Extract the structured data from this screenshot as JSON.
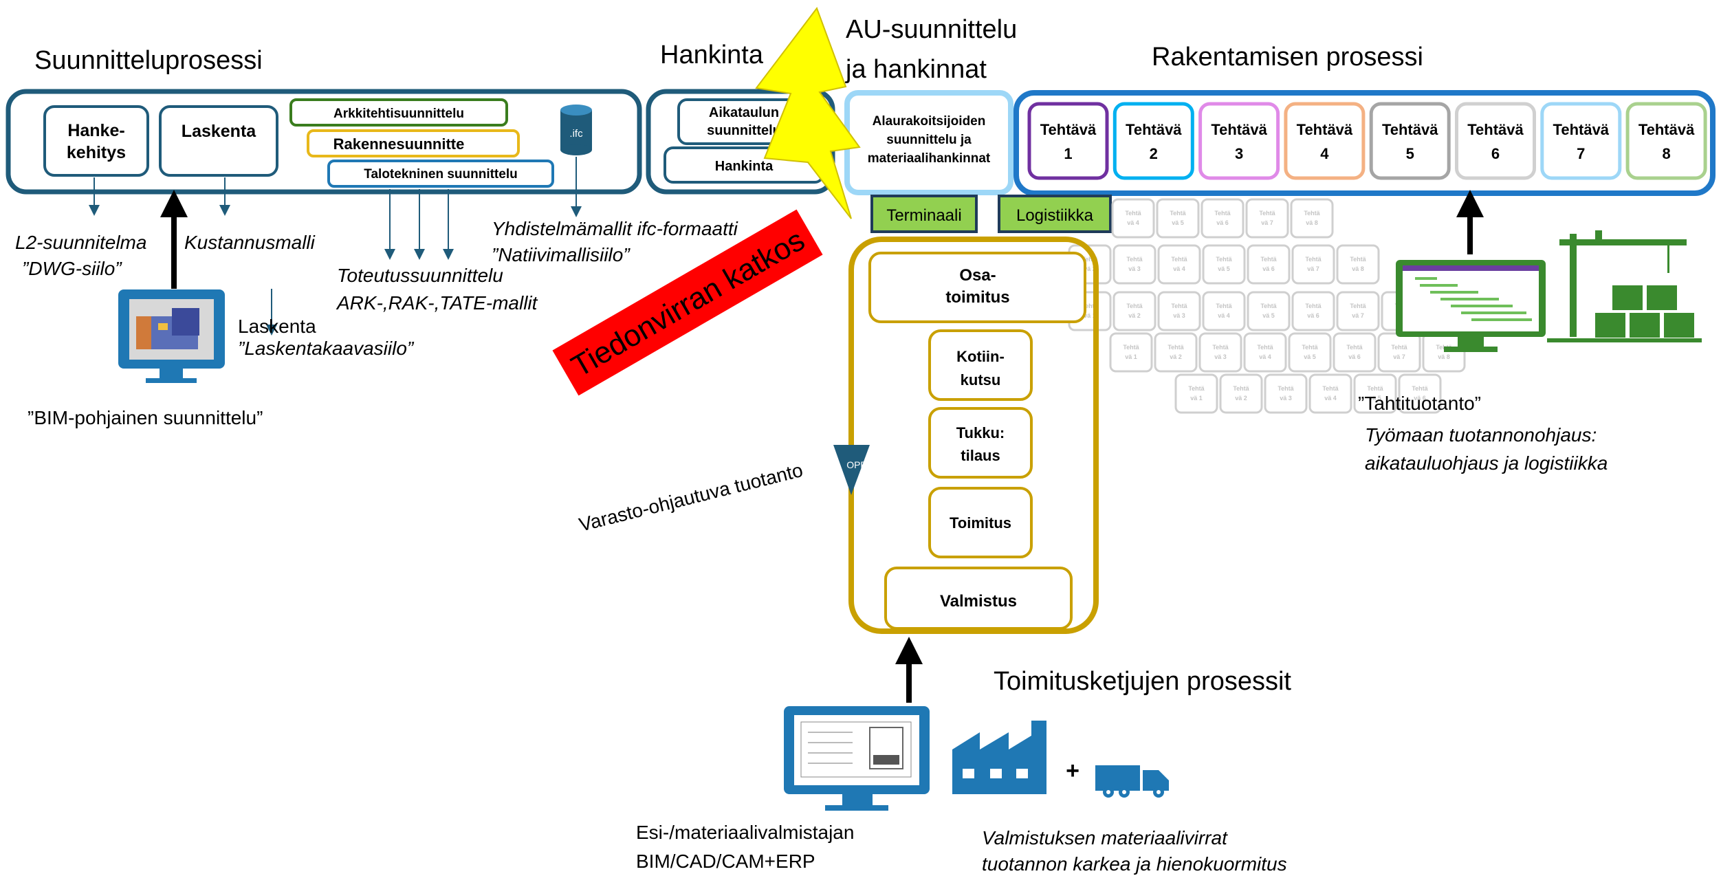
{
  "colors": {
    "dark_teal": "#1f5b7a",
    "blue": "#1f78c8",
    "gold": "#c9a000",
    "green": "#92d050",
    "red": "#ff0000",
    "yellow": "#ffff00",
    "icon_blue": "#1f78b4",
    "icon_green": "#3a8a2e"
  },
  "headings": {
    "design": "Suunnitteluprosessi",
    "procurement": "Hankinta",
    "au_line1": "AU-suunnittelu",
    "au_line2": "ja hankinnat",
    "construction": "Rakentamisen prosessi",
    "supply": "Toimitusketjujen prosessit"
  },
  "design": {
    "project_dev": [
      "Hanke-",
      "kehitys"
    ],
    "calc": "Laskenta",
    "arch": "Arkkitehtisuunnittelu",
    "struct": "Rakennesuunnitte",
    "mep": "Talotekninen suunnittelu",
    "ifc": ".ifc",
    "out_l2": [
      "L2-suunnitelma",
      "”DWG-siilo”"
    ],
    "out_cost": "Kustannusmalli",
    "out_calc": [
      "Laskenta",
      "”Laskentakaavasiilo”"
    ],
    "out_impl": [
      "Toteutussuunnittelu",
      "ARK-,RAK-,TATE-mallit"
    ],
    "out_ifc": [
      "Yhdistelmämallit ifc-formaatti",
      "”Natiivimallisiilo”"
    ],
    "bim": "”BIM-pohjainen suunnittelu”",
    "monitor_icon": "monitor-building-model-icon"
  },
  "procurement": {
    "schedule": [
      "Aikataulun",
      "suunnittelu"
    ],
    "purchase": "Hankinta"
  },
  "au": {
    "box": [
      "Alaurakoitsijoiden",
      "suunnittelu ja",
      "materiaalihankinnat"
    ],
    "terminal": "Terminaali",
    "logistics": "Logistiikka"
  },
  "tasks": [
    {
      "word": "Tehtävä",
      "n": "1",
      "color": "#7030a0"
    },
    {
      "word": "Tehtävä",
      "n": "2",
      "color": "#00b0f0"
    },
    {
      "word": "Tehtävä",
      "n": "3",
      "color": "#e08ae8"
    },
    {
      "word": "Tehtävä",
      "n": "4",
      "color": "#f4b183"
    },
    {
      "word": "Tehtävä",
      "n": "5",
      "color": "#a5a5a5"
    },
    {
      "word": "Tehtävä",
      "n": "6",
      "color": "#d0d0d0"
    },
    {
      "word": "Tehtävä",
      "n": "7",
      "color": "#9dd7f7"
    },
    {
      "word": "Tehtävä",
      "n": "8",
      "color": "#a9d18e"
    }
  ],
  "info_break": "Tiedonvirran katkos",
  "chain": {
    "partial": [
      "Osa-",
      "toimitus"
    ],
    "calloff": [
      "Kotiin-",
      "kutsu"
    ],
    "wholesale": [
      "Tukku:",
      "tilaus"
    ],
    "delivery": "Toimitus",
    "manufacturing": "Valmistus",
    "opp": "OPP",
    "stock_driven": "Varasto-ohjautuva tuotanto"
  },
  "takt": {
    "title": "”Tahtituotanto”",
    "desc": [
      "Työmaan tuotannonohjaus:",
      "aikatauluohjaus ja logistiikka"
    ],
    "grid_word": "Tehtä",
    "grid_suffix": "vä",
    "ghost_rows": [
      [
        "4",
        "5",
        "6",
        "7",
        "8"
      ],
      [
        "2",
        "3",
        "4",
        "5",
        "6",
        "7",
        "8"
      ],
      [
        "1",
        "2",
        "3",
        "4",
        "5",
        "6",
        "7",
        "8"
      ],
      [
        "1",
        "2",
        "3",
        "4",
        "5",
        "6",
        "7",
        "8"
      ],
      [
        "1",
        "2",
        "3",
        "4",
        "5",
        "6"
      ]
    ]
  },
  "supplier": {
    "title": [
      "Esi-/materiaalivalmistajan",
      "BIM/CAD/CAM+ERP"
    ],
    "plus": "+",
    "desc": [
      "Valmistuksen materiaalivirrat",
      "tuotannon karkea ja hienokuormitus"
    ],
    "factory_icon": "factory-icon",
    "truck_icon": "truck-icon"
  }
}
